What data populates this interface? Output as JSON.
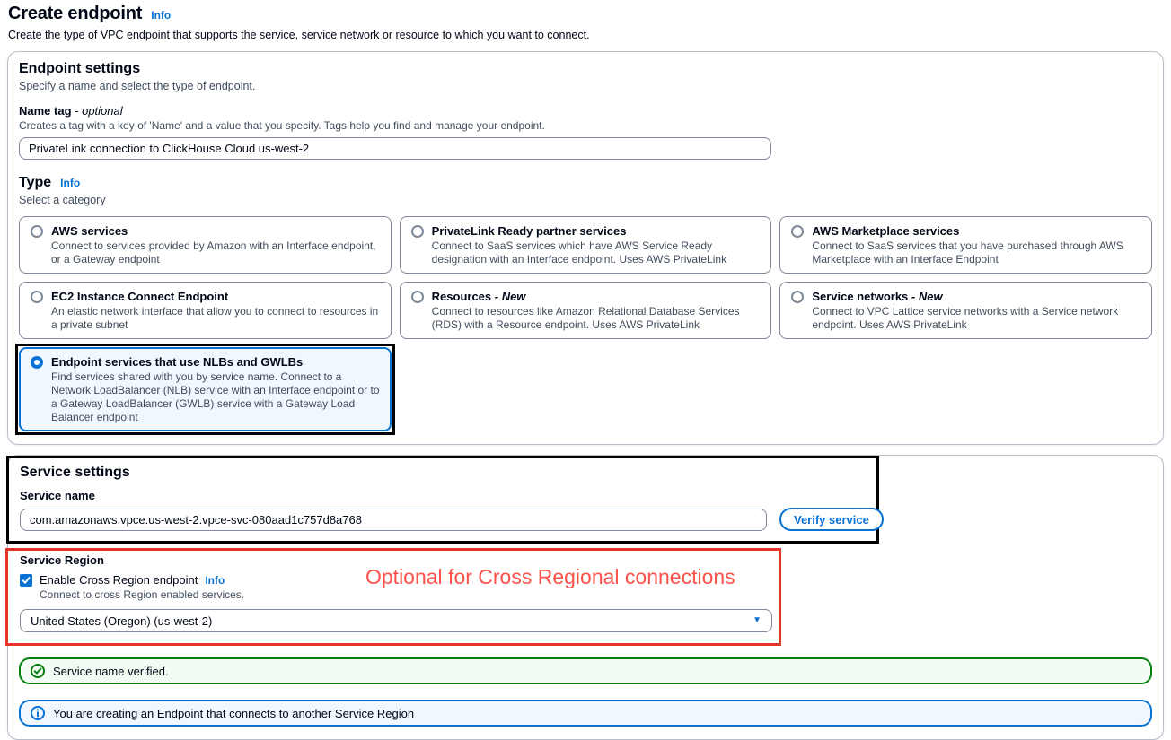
{
  "page": {
    "title": "Create endpoint",
    "info_label": "Info",
    "description": "Create the type of VPC endpoint that supports the service, service network or resource to which you want to connect."
  },
  "endpoint_settings": {
    "heading": "Endpoint settings",
    "subheading": "Specify a name and select the type of endpoint.",
    "name_tag": {
      "label": "Name tag",
      "optional_suffix": "- optional",
      "help": "Creates a tag with a key of 'Name' and a value that you specify. Tags help you find and manage your endpoint.",
      "value": "PrivateLink connection to ClickHouse Cloud us-west-2"
    },
    "type": {
      "heading": "Type",
      "info_label": "Info",
      "subheading": "Select a category",
      "options": [
        {
          "id": "aws-services",
          "title": "AWS services",
          "suffix": "",
          "description": "Connect to services provided by Amazon with an Interface endpoint, or a Gateway endpoint",
          "selected": false
        },
        {
          "id": "privatelink-ready-partner-services",
          "title": "PrivateLink Ready partner services",
          "suffix": "",
          "description": "Connect to SaaS services which have AWS Service Ready designation with an Interface endpoint. Uses AWS PrivateLink",
          "selected": false
        },
        {
          "id": "aws-marketplace-services",
          "title": "AWS Marketplace services",
          "suffix": "",
          "description": "Connect to SaaS services that you have purchased through AWS Marketplace with an Interface Endpoint",
          "selected": false
        },
        {
          "id": "ec2-instance-connect-endpoint",
          "title": "EC2 Instance Connect Endpoint",
          "suffix": "",
          "description": "An elastic network interface that allow you to connect to resources in a private subnet",
          "selected": false
        },
        {
          "id": "resources",
          "title": "Resources",
          "suffix": "- New",
          "description": "Connect to resources like Amazon Relational Database Services (RDS) with a Resource endpoint. Uses AWS PrivateLink",
          "selected": false
        },
        {
          "id": "service-networks",
          "title": "Service networks",
          "suffix": "- New",
          "description": "Connect to VPC Lattice service networks with a Service network endpoint. Uses AWS PrivateLink",
          "selected": false
        },
        {
          "id": "endpoint-services-nlb-gwlb",
          "title": "Endpoint services that use NLBs and GWLBs",
          "suffix": "",
          "description": "Find services shared with you by service name. Connect to a Network LoadBalancer (NLB) service with an Interface endpoint or to a Gateway LoadBalancer (GWLB) service with a Gateway Load Balancer endpoint",
          "selected": true
        }
      ]
    }
  },
  "service_settings": {
    "heading": "Service settings",
    "service_name": {
      "label": "Service name",
      "value": "com.amazonaws.vpce.us-west-2.vpce-svc-080aad1c757d8a768"
    },
    "verify_button_label": "Verify service",
    "service_region": {
      "label": "Service Region",
      "checkbox_label": "Enable Cross Region endpoint",
      "info_label": "Info",
      "checkbox_checked": true,
      "help": "Connect to cross Region enabled services.",
      "selected_region": "United States (Oregon) (us-west-2)"
    },
    "alerts": {
      "success": "Service name verified.",
      "info": "You are creating an Endpoint that connects to another Service Region"
    }
  },
  "annotations": {
    "red_note": "Optional for Cross Regional connections"
  },
  "icons": {
    "success": "check-circle-icon",
    "info": "info-circle-icon",
    "dropdown": "caret-down-icon"
  },
  "colors": {
    "accent_blue": "#0972d3",
    "success_green": "#037f0c",
    "annotation_black": "#000000",
    "annotation_red": "#e5352b",
    "red_note_text": "#fb524a",
    "selected_tile_bg": "#f0f7ff"
  }
}
